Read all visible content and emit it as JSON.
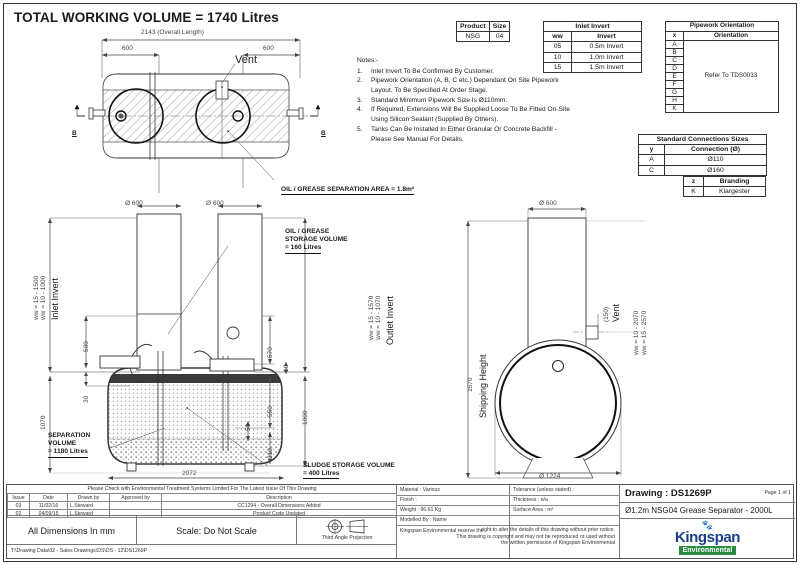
{
  "sheet": {
    "title": "TOTAL WORKING VOLUME = 1740 Litres"
  },
  "plan_view": {
    "overall_length": "2143 (Overall Length)",
    "left_600": "600",
    "right_600": "600",
    "vent_label": "Vent",
    "section_mark_left": "B",
    "section_mark_right": "B",
    "separation_area": "OIL / GREASE SEPARATION AREA = 1.8m²"
  },
  "notes": {
    "heading": "Notes:-",
    "items": [
      {
        "num": "1.",
        "text": "Inlet Invert To Be Confirmed By Customer."
      },
      {
        "num": "2.",
        "text": "Pipework Orientation (A, B, C etc.) Dependant On Site Pipework Layout. To Be Specified At Order Stage."
      },
      {
        "num": "3.",
        "text": "Standard Minimum Pipework Size Is Ø110mm."
      },
      {
        "num": "4.",
        "text": "If Required, Extensions Will Be Supplied Loose To Be Fitted On-Site Using Silicon Sealant (Supplied By Others)."
      },
      {
        "num": "5.",
        "text": "Tanks Can Be Installed In Either Granular Or Concrete Backfill - Please See Manual For Details."
      }
    ]
  },
  "product_table": {
    "headers": [
      "Product",
      "Size"
    ],
    "rows": [
      [
        "NSG",
        "04"
      ]
    ]
  },
  "inlet_invert_table": {
    "title": "Inlet Invert",
    "headers": [
      "ww",
      "Invert"
    ],
    "rows": [
      [
        "05",
        "0.5m Invert"
      ],
      [
        "10",
        "1.0m Invert"
      ],
      [
        "15",
        "1.5m Invert"
      ]
    ]
  },
  "pipework_orientation_table": {
    "title": "Pipework Orientation",
    "headers": [
      "x",
      "Orientation"
    ],
    "keys": [
      "A",
      "B",
      "C",
      "D",
      "E",
      "F",
      "G",
      "H",
      "K"
    ],
    "value": "Refer To TDS0033"
  },
  "standard_connections_table": {
    "title": "Standard Connections Sizes",
    "headers": [
      "y",
      "Connection (Ø)"
    ],
    "rows": [
      [
        "A",
        "Ø110"
      ],
      [
        "C",
        "Ø160"
      ]
    ]
  },
  "branding_table": {
    "headers": [
      "z",
      "Branding"
    ],
    "rows": [
      [
        "K",
        "Klargester"
      ]
    ]
  },
  "side_view": {
    "dia_left": "Ø 600",
    "dia_right": "Ø 600",
    "inlet_invert_label": "Inlet Invert",
    "inlet_ww_10": "ww = 10 - 1000",
    "inlet_ww_15": "ww = 15 - 1500",
    "outlet_invert_label": "Outlet Invert",
    "outlet_ww_10": "ww = 10 - 1070",
    "outlet_ww_15": "ww = 15 - 1570",
    "dim_500": "500",
    "dim_30": "30",
    "dim_1070": "1070",
    "dim_570": "570",
    "dim_60": "60",
    "dim_550": "550",
    "dim_50": "50",
    "dim_310": "310",
    "dim_1000": "1000",
    "dim_2072": "2072",
    "oil_grease_storage": "OIL / GREASE\nSTORAGE VOLUME\n= 160 Litres",
    "oil_grease_storage_l1": "OIL / GREASE",
    "oil_grease_storage_l2": "STORAGE VOLUME",
    "oil_grease_storage_l3": "= 160 Litres",
    "separation_volume_l1": "SEPARATION",
    "separation_volume_l2": "VOLUME",
    "separation_volume_l3": "= 1180 Litres",
    "sludge_storage_l1": "SLUDGE STORAGE VOLUME",
    "sludge_storage_l2": "= 400 Litres"
  },
  "end_view": {
    "dia_600": "Ø 600",
    "dia_1224": "Ø 1224",
    "shipping_height_label": "Shipping Height",
    "shipping_height_value": "1570",
    "vent_label": "Vent",
    "vent_dim": "(150)",
    "ww_10": "ww = 10 - 2070",
    "ww_15": "ww = 15 - 2570"
  },
  "title_block": {
    "check_notice": "Please Check with Environmental Treatment Systems Limited For The Latest Issue Of This Drawing",
    "revision_headers": [
      "Issue",
      "Date",
      "Drawn by",
      "Approved by",
      "Description"
    ],
    "revisions": [
      {
        "issue": "03",
        "date": "11/02/16",
        "drawn_by": "L.Steward",
        "approved_by": "",
        "description": "CC1294 - Overall Dimensions Added"
      },
      {
        "issue": "02",
        "date": "04/09/15",
        "drawn_by": "L.Steward",
        "approved_by": "",
        "description": "Product Code Updated"
      }
    ],
    "dimensions_note": "All Dimensions In mm",
    "scale_note": "Scale: Do Not Scale",
    "projection_note": "Third Angle Projection",
    "file_path": "T:\\Drawing Data\\02 - Sales Drawings\\DS\\DS - 12\\DS1269P",
    "material": "Material : Various",
    "finish": "Finish :",
    "weight": "Weight : 96.61 Kg",
    "modelled_by": "Modelled By : Name",
    "tolerance": "Tolerance (unless stated) :",
    "thickness": "Thickness : n/a",
    "surface_area": "Surface Area :  m²",
    "copyright_l1": "Kingspan Environmental reserve the",
    "copyright_l2": "right to alter the details of this drawing without prior notice.",
    "copyright_l3": "This drawing is copyright and may not be reproduced or used without",
    "copyright_l4": "the written permission of Kingspan Environmental",
    "drawing_number": "Drawing : DS1269P",
    "page": "Page 1 of 1",
    "drawing_title": "Ø1.2m NSG04 Grease Separator - 2000L",
    "logo_main": "Kingspan",
    "logo_sub": "Environmental"
  }
}
